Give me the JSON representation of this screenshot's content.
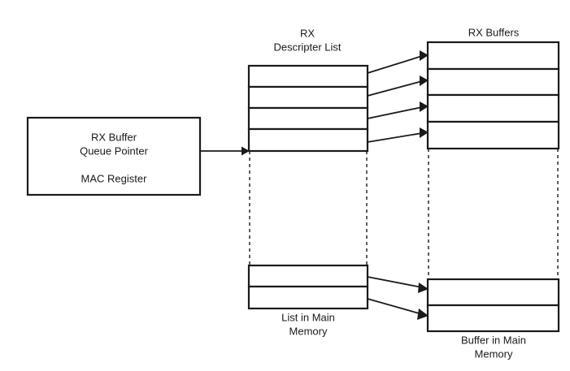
{
  "diagram": {
    "title_hidden": "",
    "register_box": {
      "name": "RX Buffer Queue Pointer",
      "line1": "RX Buffer",
      "line2": "Queue Pointer",
      "line3": "MAC Register"
    },
    "descriptor_list": {
      "heading_line1": "RX",
      "heading_line2": "Descripter List",
      "footer_line1": "List in Main",
      "footer_line2": "Memory",
      "upper_rows": [
        "",
        "",
        "",
        ""
      ],
      "lower_rows": [
        "",
        ""
      ]
    },
    "buffers": {
      "heading_line1": "RX Buffers",
      "footer_line1": "Buffer in Main",
      "footer_line2": "Memory",
      "upper_rows": [
        "",
        "",
        "",
        ""
      ],
      "lower_rows": [
        "",
        ""
      ]
    },
    "colors": {
      "stroke": "#1a1a1a",
      "fill": "#ffffff",
      "background": "#ffffff"
    },
    "connectors": {
      "pointer_arrow_label": "",
      "descriptor_to_buffer_count": 4,
      "lower_descriptor_to_buffer_count": 2
    }
  }
}
